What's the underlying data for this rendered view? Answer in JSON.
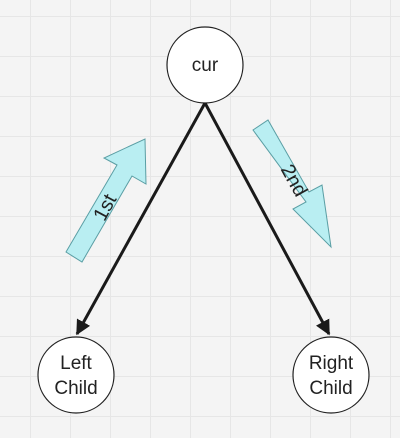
{
  "diagram": {
    "nodes": {
      "root": {
        "label": "cur"
      },
      "left": {
        "line1": "Left",
        "line2": "Child"
      },
      "right": {
        "line1": "Right",
        "line2": "Child"
      }
    },
    "order_arrows": {
      "first": {
        "label": "1st"
      },
      "second": {
        "label": "2nd"
      }
    }
  },
  "colors": {
    "node_fill": "#ffffff",
    "node_stroke": "#222222",
    "edge": "#1a1a1a",
    "order_arrow_fill": "#b9eef2",
    "order_arrow_stroke": "#5a9ea4"
  }
}
